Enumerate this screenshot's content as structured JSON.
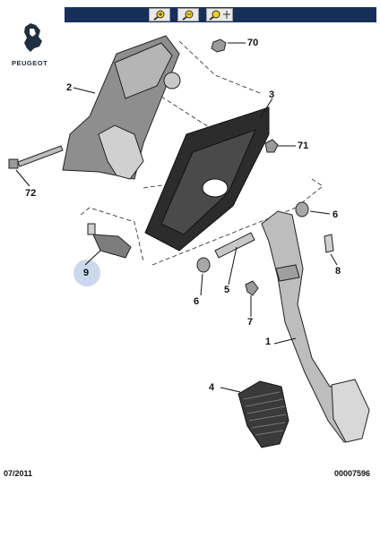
{
  "brand": {
    "name": "PEUGEOT"
  },
  "toolbar": {
    "buttons": [
      {
        "icon": "zoom-in-icon"
      },
      {
        "icon": "zoom-out-icon"
      },
      {
        "icon": "zoom-fit-icon"
      }
    ]
  },
  "callouts": {
    "c70": "70",
    "c2": "2",
    "c3": "3",
    "c71": "71",
    "c72": "72",
    "c9": "9",
    "c6a": "6",
    "c8": "8",
    "c6b": "6",
    "c5": "5",
    "c7": "7",
    "c1": "1",
    "c4": "4"
  },
  "footer": {
    "date": "07/2011",
    "code": "00007596"
  },
  "colors": {
    "toolbar": "#16305a",
    "highlight": "#ccd8ee"
  }
}
